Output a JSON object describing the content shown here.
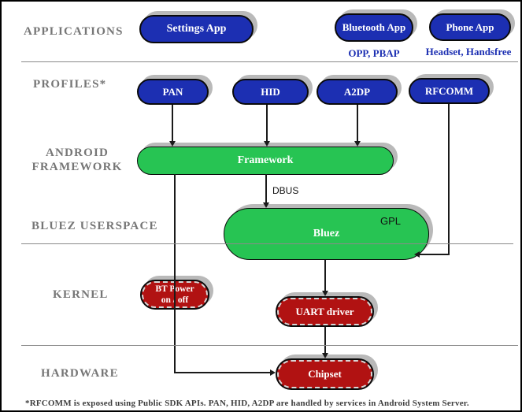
{
  "sections": {
    "applications": "APPLICATIONS",
    "profiles": "PROFILES*",
    "android_framework": "ANDROID FRAMEWORK",
    "bluez_userspace": "BLUEZ USERSPACE",
    "kernel": "KERNEL",
    "hardware": "HARDWARE"
  },
  "applications": {
    "settings_app": "Settings App",
    "bluetooth_app": "Bluetooth App",
    "bluetooth_caption": "OPP, PBAP",
    "phone_app": "Phone App",
    "phone_caption": "Headset, Handsfree"
  },
  "profiles": {
    "pan": "PAN",
    "hid": "HID",
    "a2dp": "A2DP",
    "rfcomm": "RFCOMM"
  },
  "framework": {
    "node": "Framework",
    "bus": "DBUS"
  },
  "bluez": {
    "node": "Bluez",
    "license": "GPL"
  },
  "kernel": {
    "bt_power_line1": "BT Power",
    "bt_power_line2": "on / off",
    "uart": "UART driver"
  },
  "hardware": {
    "chipset": "Chipset"
  },
  "footnote": "*RFCOMM is exposed using Public SDK APIs. PAN, HID, A2DP are handled by services in Android System Server.",
  "colors": {
    "app_blue": "#1c2fb2",
    "stack_green": "#27c453",
    "kernel_red": "#b11212",
    "label_gray": "#767676"
  }
}
